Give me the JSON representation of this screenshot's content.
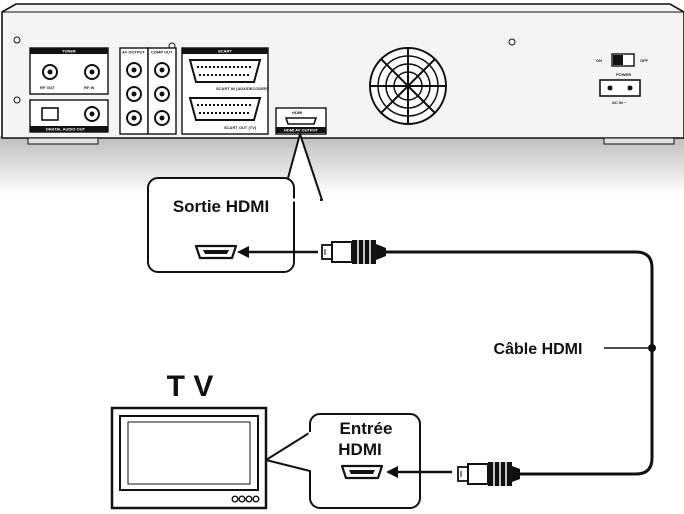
{
  "labels": {
    "hdmi_out": "Sortie HDMI",
    "cable": "Câble HDMI",
    "tv": "T V",
    "hdmi_in_line1": "Entrée",
    "hdmi_in_line2": "HDMI"
  },
  "device_panel": {
    "tuner": "TUNER",
    "rf_out": "RF OUT",
    "rf_in": "RF IN",
    "digital_audio_out": "DIGITAL AUDIO OUT",
    "av_output": "AV OUTPUT",
    "comp_out": "COMP OUT",
    "scart": "SCART",
    "scart_in": "SCART IN (AUX/DECODER)",
    "scart_out": "SCART OUT (TV)",
    "hdmi_port_label": "HDMI AV OUTPUT",
    "hdmi_logo": "HDMI",
    "on": "ON",
    "off": "OFF",
    "power": "POWER",
    "ac_in": "AC IN ~"
  },
  "colors": {
    "outline": "#111111",
    "panel": "#f4f4f4",
    "shadow": "#c8c8c8"
  }
}
